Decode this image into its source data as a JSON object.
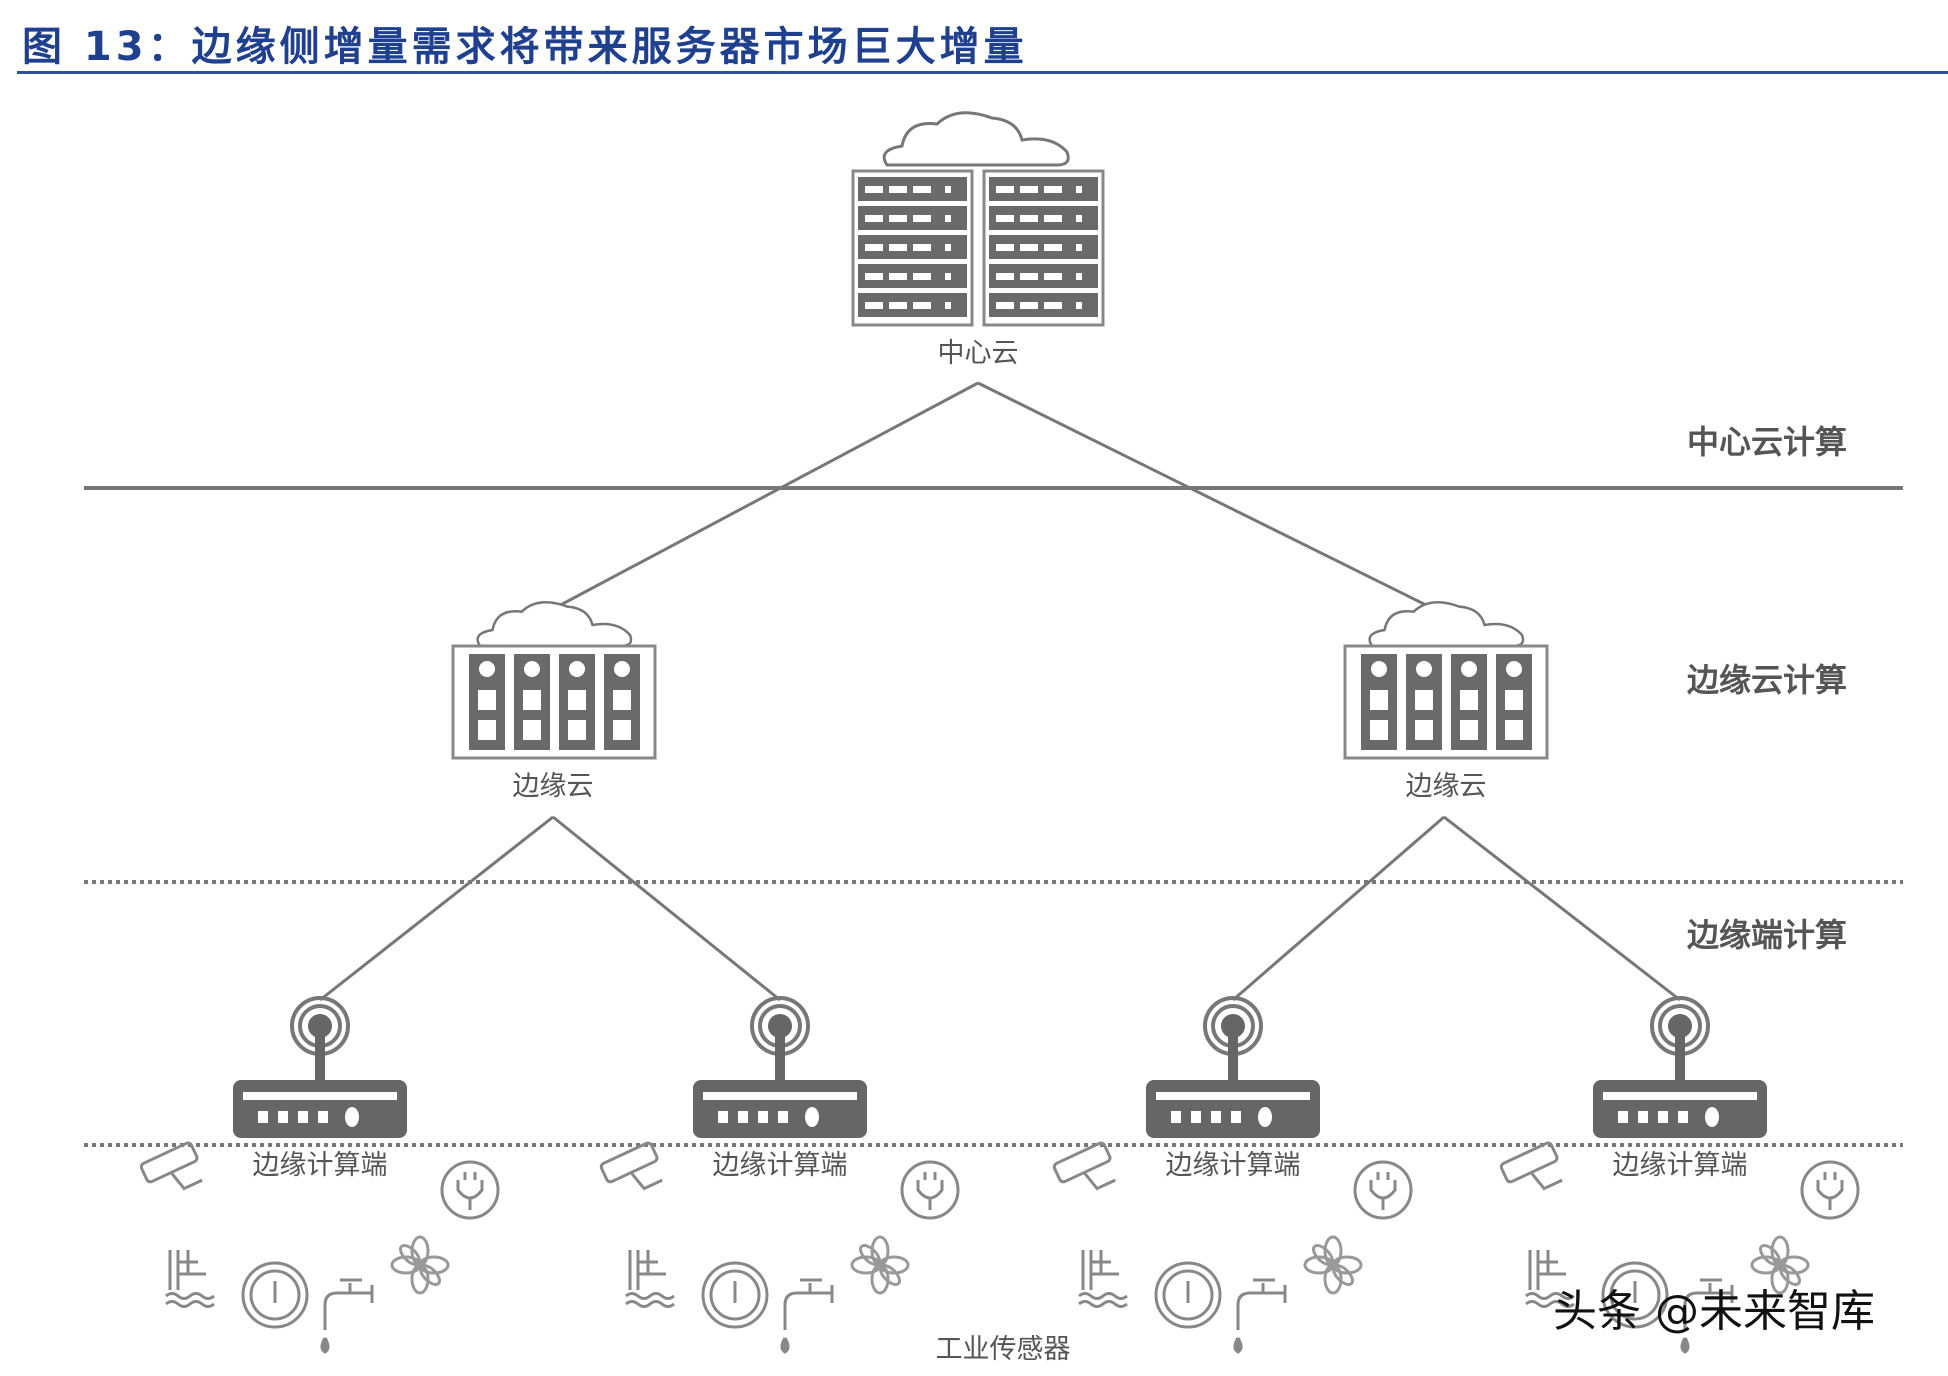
{
  "title": "图 13：边缘侧增量需求将带来服务器市场巨大增量",
  "nodes": {
    "central_cloud": "中心云",
    "edge_cloud_left": "边缘云",
    "edge_cloud_right": "边缘云",
    "edge_terminals": [
      "边缘计算端",
      "边缘计算端",
      "边缘计算端",
      "边缘计算端"
    ],
    "sensors": "工业传感器"
  },
  "layers": {
    "central": "中心云计算",
    "edge_cloud": "边缘云计算",
    "edge_terminal": "边缘端计算"
  },
  "watermark": "头条 @未来智库",
  "colors": {
    "title": "#1f3f8f",
    "icon": "#666666"
  }
}
